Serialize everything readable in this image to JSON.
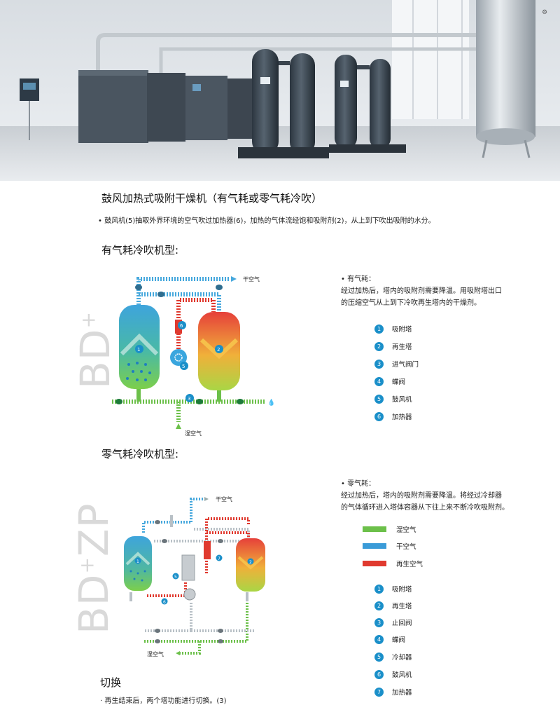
{
  "hero": {
    "image": "industrial-compressor-room-photo"
  },
  "intro": {
    "title": "鼓风加热式吸附干燥机（有气耗或零气耗冷吹）",
    "bullet": "鼓风机(5)抽取外界环境的空气吹过加热器(6)，加热的气体流经饱和吸附剂(2)，从上到下吹出吸附的水分。"
  },
  "bd": {
    "heading": "有气耗冷吹机型:",
    "side_label": "BD",
    "side_sup": "+",
    "dry_air_label": "干空气",
    "wet_air_label": "湿空气",
    "desc_head": "• 有气耗：",
    "desc_line1": "经过加热后，塔内的吸附剂需要降温。用吸附塔出口",
    "desc_line2": "的压缩空气从上到下冷吹再生塔内的干燥剂。",
    "legend": [
      {
        "num": "1",
        "label": "吸附塔"
      },
      {
        "num": "2",
        "label": "再生塔"
      },
      {
        "num": "3",
        "label": "进气阀门"
      },
      {
        "num": "4",
        "label": "蝶阀"
      },
      {
        "num": "5",
        "label": "鼓风机"
      },
      {
        "num": "6",
        "label": "加热器"
      }
    ]
  },
  "zp": {
    "heading": "零气耗冷吹机型:",
    "side_label": "BD",
    "side_sup": "+",
    "side_tail": "ZP",
    "dry_air_label": "干空气",
    "wet_air_label": "湿空气",
    "desc_head": "• 零气耗：",
    "desc_line1": "经过加热后，塔内的吸附剂需要降温。将经过冷却器",
    "desc_line2": "的气体循环进入塔体容器从下往上来不断冷吹吸附剂。",
    "color_legend": [
      {
        "label": "湿空气",
        "color": "#6cc04a"
      },
      {
        "label": "干空气",
        "color": "#3a9bd8"
      },
      {
        "label": "再生空气",
        "color": "#e03a2f"
      }
    ],
    "legend": [
      {
        "num": "1",
        "label": "吸附塔"
      },
      {
        "num": "2",
        "label": "再生塔"
      },
      {
        "num": "3",
        "label": "止回阀"
      },
      {
        "num": "4",
        "label": "蝶阀"
      },
      {
        "num": "5",
        "label": "冷却器"
      },
      {
        "num": "6",
        "label": "鼓风机"
      },
      {
        "num": "7",
        "label": "加热器"
      }
    ]
  },
  "switch": {
    "heading": "切换",
    "bullet": "·  再生结束后，两个塔功能进行切换。(3)"
  },
  "colors": {
    "accent": "#1a8fc9",
    "wet": "#6cc04a",
    "dry": "#3a9bd8",
    "regen": "#e03a2f"
  }
}
